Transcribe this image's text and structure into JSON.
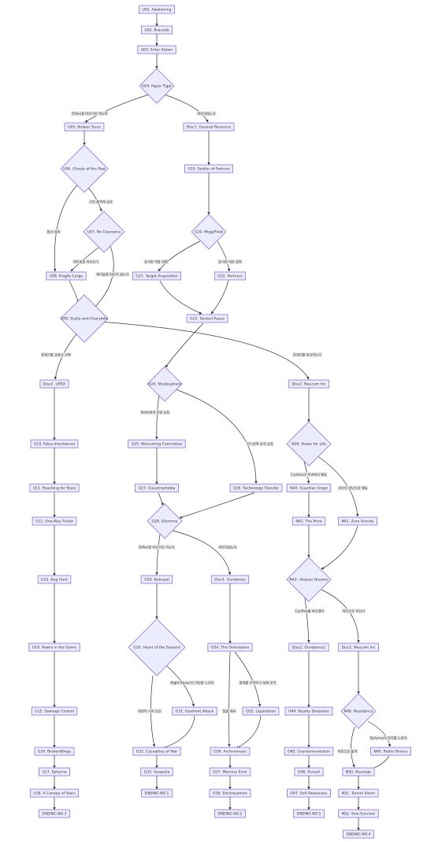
{
  "nodes": {
    "U01": "U01. Awakening",
    "U02": "U02. Bravado",
    "U03": "U03. Enter Stolon",
    "U04": "U04. Paper Tiger",
    "U05": "U05. Broken Truce",
    "U06": "U06. Ghosts of the Past",
    "U07": "U07. No Clearance",
    "U08": "U08. Fragile Cargo",
    "U09": "U09. Scylla and Charybdis",
    "U10": "U10. Fates Intertwined",
    "U11": "U11. Reaching for Stars",
    "U12": "U12. One-Way Ticket",
    "U13": "U13. Bug Hunt",
    "U14": "U14. Pawns in the Game",
    "U15": "U15. Damage Control",
    "U16": "U16. BrokenWings",
    "U17": "U17. Sphyrna",
    "U18": "U18. A Canopy of Stars",
    "END3": "ENDING NO.3",
    "Disc2U": "Disc2. UPEO",
    "Disc1G": "Disc1. General Resource",
    "G19": "G19. Soldier of Fortune",
    "G20": "G20. MegaFloat",
    "G21": "G21. Target Acquisition",
    "G22": "G22. Partners",
    "G23": "G23. Tainted Peace",
    "G24": "G24. Stratosphere",
    "G25": "G25. Welcoming Committee",
    "G26": "G26. Technology Transfer",
    "G27": "G27. Claustrophobia",
    "G28": "G28. Dilemma",
    "G29": "G29. Betrayal",
    "G30": "G30. Heart of the Serpent",
    "G31": "G31. Geofront Attack",
    "G32": "G32. Casualties of War",
    "G33": "G33. Geopelia",
    "END1": "ENDING NO.1",
    "Disc1O": "Disc1. Ouroboros",
    "O34": "O34. The Orientation",
    "O35": "O35. Liquidation",
    "O36": "O36. Archnemesis",
    "O37": "O37. Memory Error",
    "O38": "O38. Electrosphere",
    "END2": "ENDING NO.2",
    "Disc2N": "Disc2. Neucom Inc",
    "N39": "N39. Power for Life",
    "N40": "N40. Guardian Angel",
    "N41": "N41. Zero Gravity",
    "N42": "N42. The Prize",
    "N43": "N43. Utopian Dreams",
    "Disc2O": "Disc2. Ouroboros2",
    "Disc2N2": "Disc2. Neucom Inc",
    "O44": "O44. Reality Distortion",
    "O45": "O45. Counterrevolution",
    "O46": "O46. Pursuit",
    "O47": "O47. Self Awareness",
    "END5": "ENDING NO.5",
    "N48": "N48. Resistance",
    "N49": "N49. Radio Silence",
    "N50": "N50. Revenge",
    "N51": "N51. Tunnel Vision",
    "N52": "N52. Sole Survivor",
    "END4": "ENDING NO.4"
  },
  "edge_labels": {
    "u04_u05": "Dillon을 따르기로 하는다",
    "u04_disc1": "따르지않는다",
    "u06_u07": "기지 출격에 성공",
    "u06_u08": "함선 접촉",
    "u07_u08": "레이동을 따르는다",
    "u07_u09": "레이동을 따르지 않는다",
    "g20_g21": "표식된 적을 섬멸",
    "g20_g22": "표식된 대상 접촉",
    "u09_disc2u": "한계기를 포함시 선택",
    "u09_disc2n": "한계기를 파괴하는다",
    "g24_g25": "Keith에게 지원 요청",
    "g24_g26": "전기공학 분석 요청",
    "n39_n40": "Cynthia의 주변에서 행동",
    "n39_n41": "자신의 판단으로 행동",
    "g28_g29": "Dillon을 따르기로 하는다",
    "g28_disc1o": "따르지않는다",
    "n43_disc2o": "Cynthia를 따르겠다",
    "n43_disc2n2": "따르기로 하는다",
    "g30_g31": "Night Raven의 적진을 노린다",
    "g30_g32": "여전히 기지 보호",
    "o34_o35": "팔에를 추격하기 위해 공격",
    "o34_o36": "탈출 계속",
    "n48_n49": "Sphyrna의 위치를 노린다",
    "n48_n50": "적진으로 돌격"
  }
}
